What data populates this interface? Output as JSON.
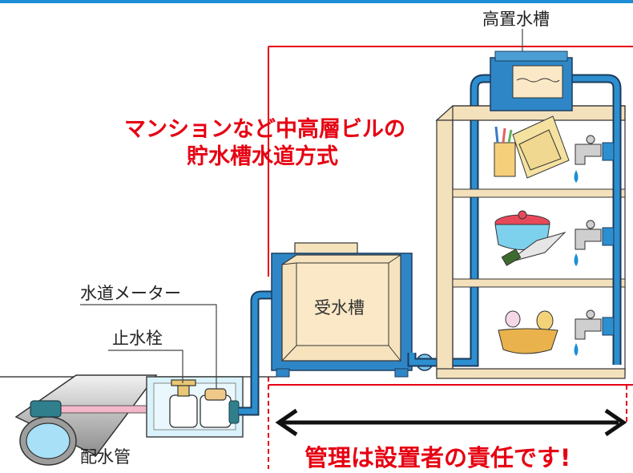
{
  "title": {
    "line1": "マンションなど中高層ビルの",
    "line2": "貯水槽水道方式"
  },
  "labels": {
    "elevated_tank": "高置水槽",
    "receiving_tank": "受水槽",
    "water_meter": "水道メーター",
    "stop_valve": "止水栓",
    "distribution_pipe": "配水管"
  },
  "notice": "管理は設置者の責任です!",
  "colors": {
    "accent_red": "#e60012",
    "pipe_blue": "#2d8fd0",
    "tank_blue": "#2f86c6",
    "beige": "#f6e6c8",
    "top_bar": "#1d8fd6"
  }
}
